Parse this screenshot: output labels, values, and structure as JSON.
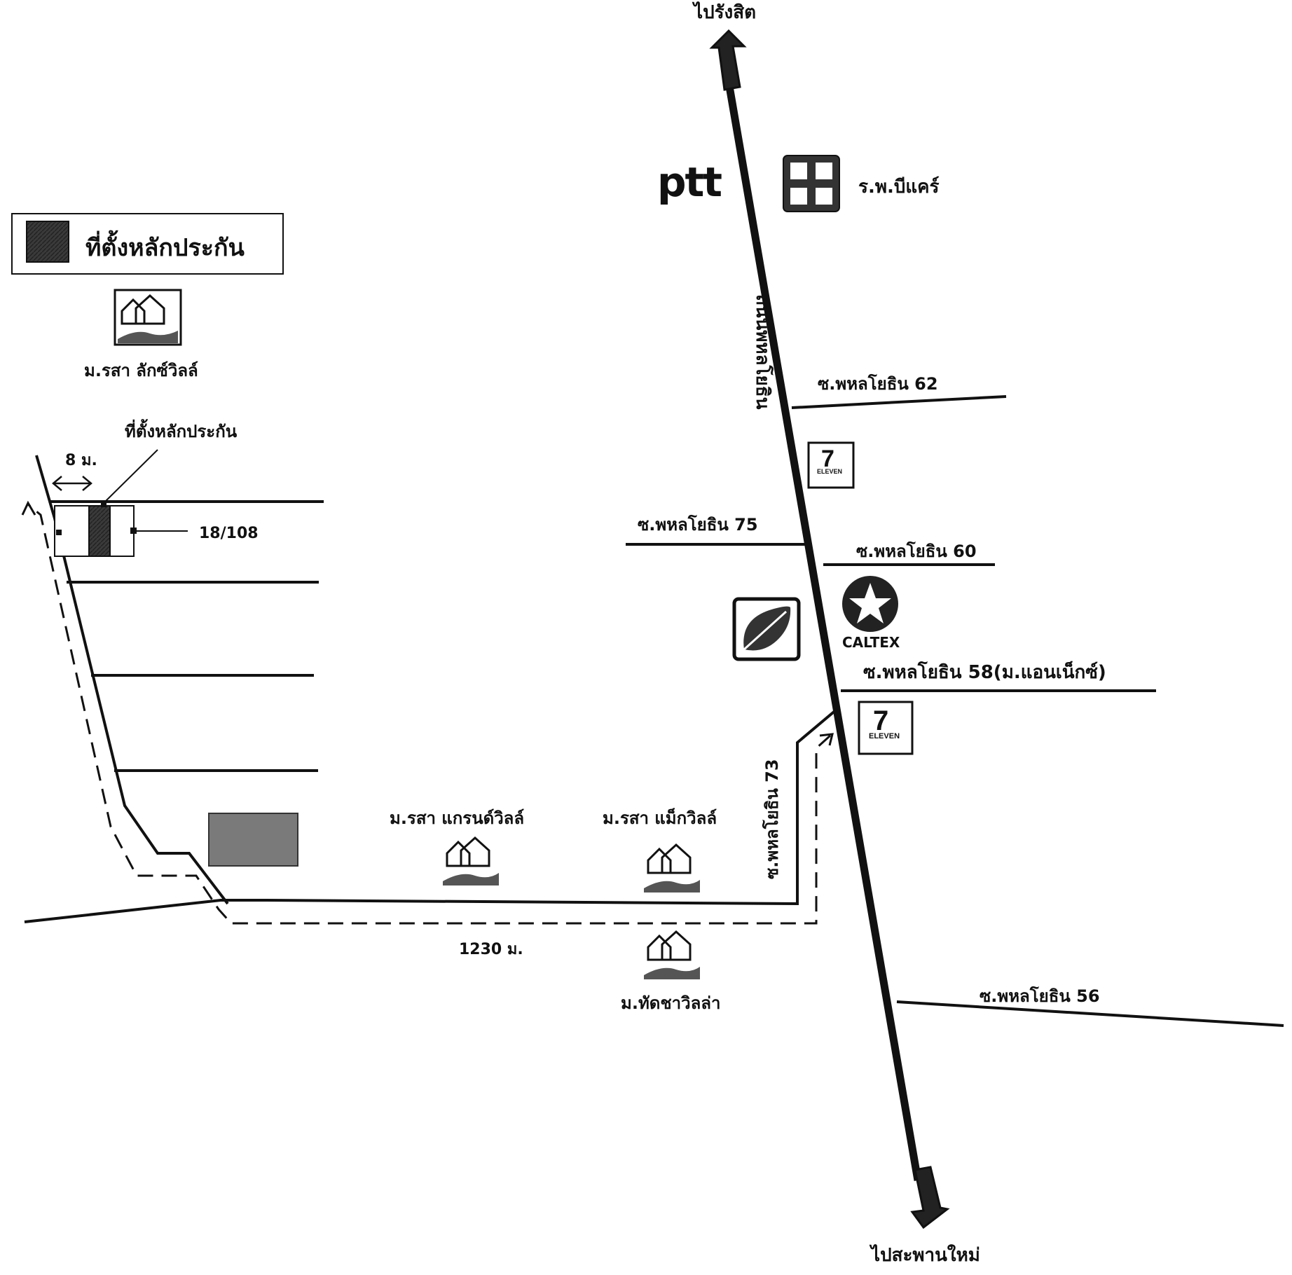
{
  "legend": {
    "label": "ที่ตั้งหลักประกัน"
  },
  "directions": {
    "north": "ไปรังสิต",
    "south": "ไปสะพานใหม่"
  },
  "main_road": {
    "name": "ถนนพหลโยธิน"
  },
  "sois": {
    "s62": "ซ.พหลโยธิน 62",
    "s75": "ซ.พหลโยธิน 75",
    "s60": "ซ.พหลโยธิน 60",
    "s58": "ซ.พหลโยธิน 58(ม.แอนเน็กซ์)",
    "s73": "ซ.พหลโยธิน 73",
    "s56": "ซ.พหลโยธิน 56"
  },
  "places": {
    "hospital": "ร.พ.บีแคร์",
    "rasa_luxville": "ม.รสา ลักซ์วิลล์",
    "rasa_grandville": "ม.รสา แกรนด์วิลล์",
    "rasa_maxville": "ม.รสา แม็กวิลล์",
    "tatcha_villa": "ม.ทัดชาวิลล่า"
  },
  "brands": {
    "ptt": "ptt",
    "caltex": "CALTEX",
    "seven": "ELEVEN"
  },
  "site": {
    "pointer_label": "ที่ตั้งหลักประกัน",
    "width": "8 ม.",
    "house_no": "18/108"
  },
  "distance": "1230 ม.",
  "colors": {
    "ink": "#111111",
    "site_fill": "#444444",
    "block_fill": "#7a7a7a"
  }
}
